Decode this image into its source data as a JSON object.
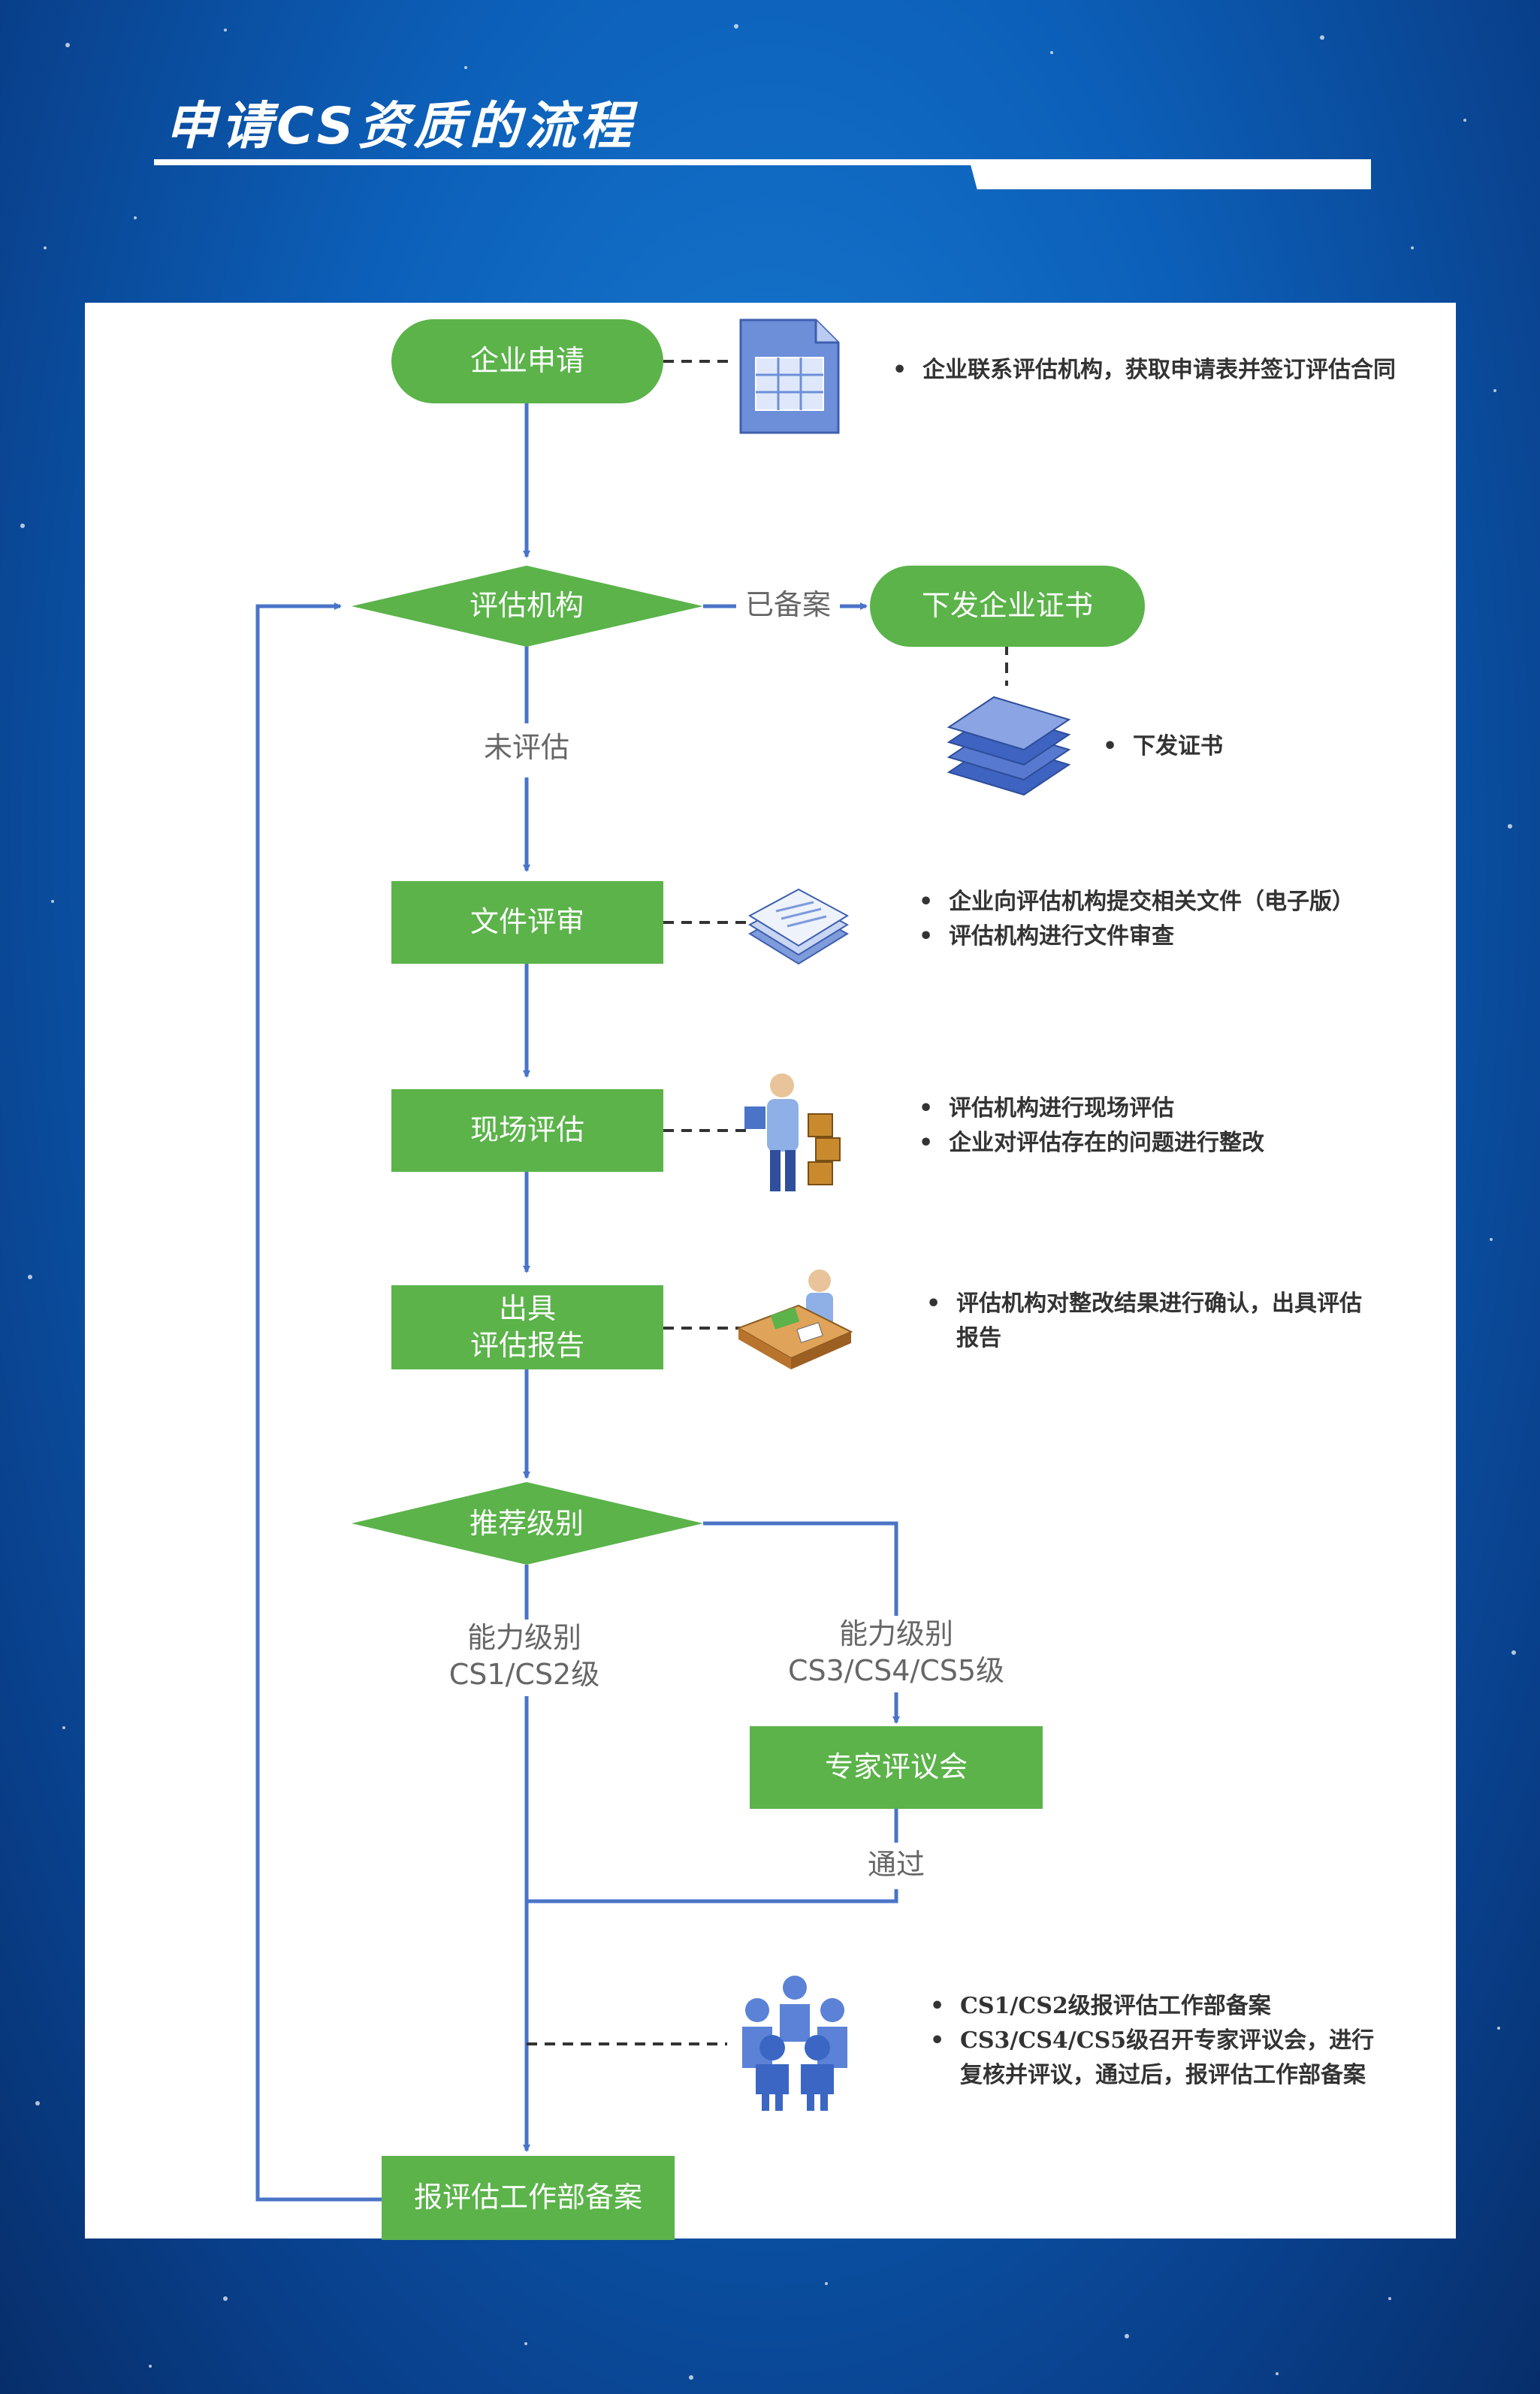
{
  "title": "申请CS资质的流程",
  "nodes": {
    "apply": "企业申请",
    "agency": "评估机构",
    "issue_cert": "下发企业证书",
    "doc_review": "文件评审",
    "onsite": "现场评估",
    "report": "出具\n评估报告",
    "recommend": "推荐级别",
    "expert": "专家评议会",
    "file": "报评估工作部备案"
  },
  "edge_labels": {
    "registered": "已备案",
    "not_assessed": "未评估",
    "level_low": "能力级别\nCS1/CS2级",
    "level_high": "能力级别\nCS3/CS4/CS5级",
    "pass": "通过"
  },
  "notes": {
    "apply": [
      "企业联系评估机构，获取申请表并签订评估合同"
    ],
    "issue_cert": [
      "下发证书"
    ],
    "doc_review": [
      "企业向评估机构提交相关文件（电子版）",
      "评估机构进行文件审查"
    ],
    "onsite": [
      "评估机构进行现场评估",
      "企业对评估存在的问题进行整改"
    ],
    "report": [
      "评估机构对整改结果进行确认，出具评估报告"
    ],
    "file": [
      "CS1/CS2级报评估工作部备案",
      "CS3/CS4/CS5级召开专家评议会，进行复核并评议，通过后，报评估工作部备案"
    ]
  },
  "icons": [
    "spreadsheet-icon",
    "certificate-stack-icon",
    "documents-icon",
    "inspector-icon",
    "report-desk-icon",
    "team-icon"
  ],
  "colors": {
    "node_green": "#5bb34a",
    "arrow_blue": "#4a74c8",
    "dash": "#333333"
  }
}
